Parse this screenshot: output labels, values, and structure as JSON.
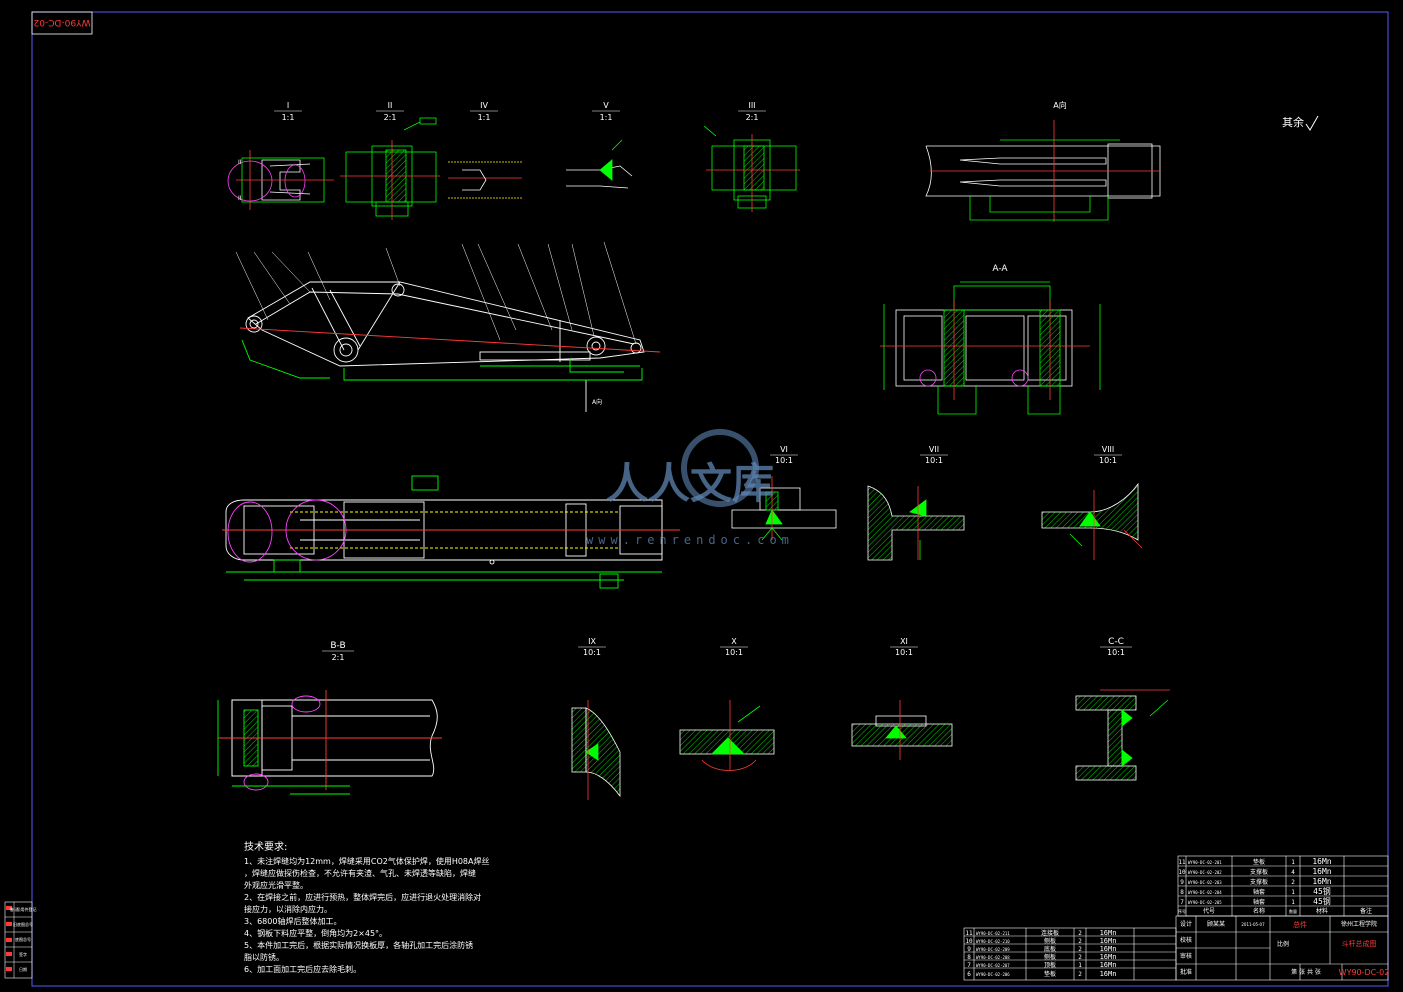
{
  "drawing_code_stamp": "WY90-DC-02",
  "section_labels": {
    "i": {
      "name": "I",
      "scale": "1:1"
    },
    "ii": {
      "name": "II",
      "scale": "2:1"
    },
    "iv": {
      "name": "IV",
      "scale": "1:1"
    },
    "v": {
      "name": "V",
      "scale": "1:1"
    },
    "iii": {
      "name": "III",
      "scale": "2:1"
    },
    "a_view": {
      "name": "A向"
    },
    "aa": {
      "name": "A-A"
    },
    "det1": {
      "name": "VI",
      "scale": "10:1"
    },
    "det2": {
      "name": "VII",
      "scale": "10:1"
    },
    "det3": {
      "name": "VIII",
      "scale": "10:1"
    },
    "bb": {
      "name": "B-B",
      "scale": "2:1"
    },
    "det4": {
      "name": "IX",
      "scale": "10:1"
    },
    "det5": {
      "name": "X",
      "scale": "10:1"
    },
    "det6": {
      "name": "XI",
      "scale": "10:1"
    },
    "cc": {
      "name": "C-C",
      "scale": "10:1"
    }
  },
  "side_view": {
    "view_arrow": "A向"
  },
  "roughness_note": "其余",
  "watermark": {
    "main": "人人文库",
    "url": "www.renrendoc.com"
  },
  "tech_requirements": {
    "title": "技术要求:",
    "lines": [
      "1、未注焊缝均为12mm，焊缝采用CO2气体保护焊，使用H08A焊丝",
      "   ，焊缝应做探伤检查，不允许有夹渣、气孔、未焊透等缺陷，焊缝",
      "   外观应光滑平整。",
      "2、在焊接之前，应进行预热，整体焊完后，应进行退火处理消除对",
      "   接应力，以消除内应力。",
      "3、6800轴焊后整体加工。",
      "4、钢板下料应平整，倒角均为2×45°。",
      "5、本件加工完后，根据实际情况换板厚，各轴孔加工完后涂防锈",
      "   脂以防锈。",
      "6、加工面加工完后应去除毛刺。"
    ]
  },
  "bom_upper": [
    {
      "no": "11",
      "code": "WY90-DC-02-201",
      "name": "垫板",
      "qty": "1",
      "mat": "16Mn"
    },
    {
      "no": "10",
      "code": "WY90-DC-02-202",
      "name": "支撑板",
      "qty": "4",
      "mat": "16Mn"
    },
    {
      "no": "9",
      "code": "WY90-DC-02-203",
      "name": "支撑板",
      "qty": "2",
      "mat": "16Mn"
    },
    {
      "no": "8",
      "code": "WY90-DC-02-204",
      "name": "轴套",
      "qty": "1",
      "mat": "45钢"
    },
    {
      "no": "7",
      "code": "WY90-DC-02-205",
      "name": "轴套",
      "qty": "1",
      "mat": "45钢"
    }
  ],
  "bom_header": [
    "序号",
    "代号",
    "名称",
    "数量",
    "材料",
    "备注"
  ],
  "bom_lower": [
    {
      "no": "11",
      "code": "WY90-DC-02-211",
      "name": "连接板",
      "qty": "2",
      "mat": "16Mn"
    },
    {
      "no": "10",
      "code": "WY90-DC-02-210",
      "name": "侧板",
      "qty": "2",
      "mat": "16Mn"
    },
    {
      "no": "9",
      "code": "WY90-DC-02-209",
      "name": "底板",
      "qty": "2",
      "mat": "16Mn"
    },
    {
      "no": "8",
      "code": "WY90-DC-02-208",
      "name": "侧板",
      "qty": "2",
      "mat": "16Mn"
    },
    {
      "no": "7",
      "code": "WY90-DC-02-207",
      "name": "顶板",
      "qty": "1",
      "mat": "16Mn"
    },
    {
      "no": "6",
      "code": "WY90-DC-02-206",
      "name": "垫板",
      "qty": "2",
      "mat": "16Mn"
    }
  ],
  "title_block": {
    "design_label": "设计",
    "design_name": "顾某某",
    "design_date": "2011-05-07",
    "check_label": "校核",
    "review_label": "审核",
    "approve_label": "批准",
    "company": "徐州工程学院",
    "part_name": "斗杆总成图",
    "unit": "总件",
    "scale_label": "比例",
    "sheet_label": "第 张  共 张",
    "drawing_no": "WY90-DC-02"
  },
  "left_strip": {
    "labels": [
      "借(通)用件登记",
      "旧底图总号",
      "底图总号",
      "签字",
      "日期"
    ]
  }
}
